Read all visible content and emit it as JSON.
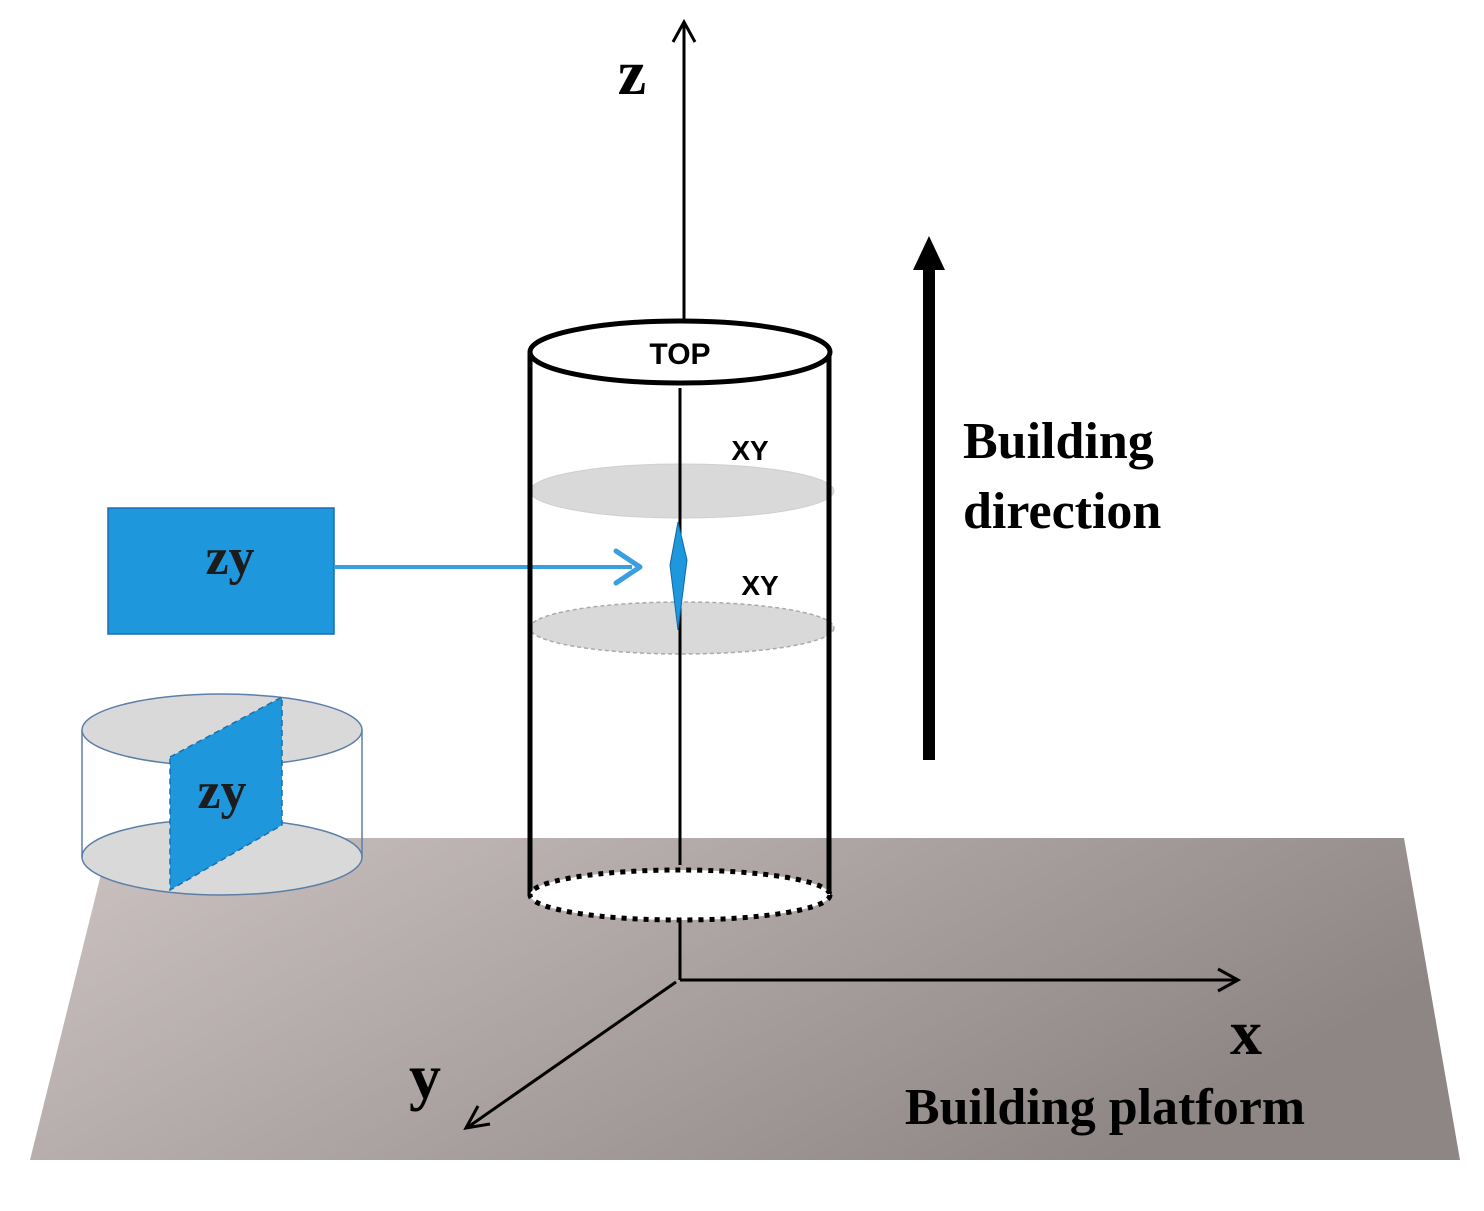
{
  "axes": {
    "z": "z",
    "x": "x",
    "y": "y"
  },
  "labels": {
    "top": "TOP",
    "xy_upper": "XY",
    "xy_lower": "XY",
    "building_direction_line1": "Building",
    "building_direction_line2": "direction",
    "building_platform": "Building platform",
    "zy_box": "zy",
    "zy_cylinder": "zy"
  },
  "colors": {
    "platform_light": "#cdc3c3",
    "platform_dark": "#8e8585",
    "section_fill": "#d9d9d9",
    "zy_blue": "#1f97dc",
    "arrow_blue": "#3a9fe0",
    "ink": "#000000"
  }
}
